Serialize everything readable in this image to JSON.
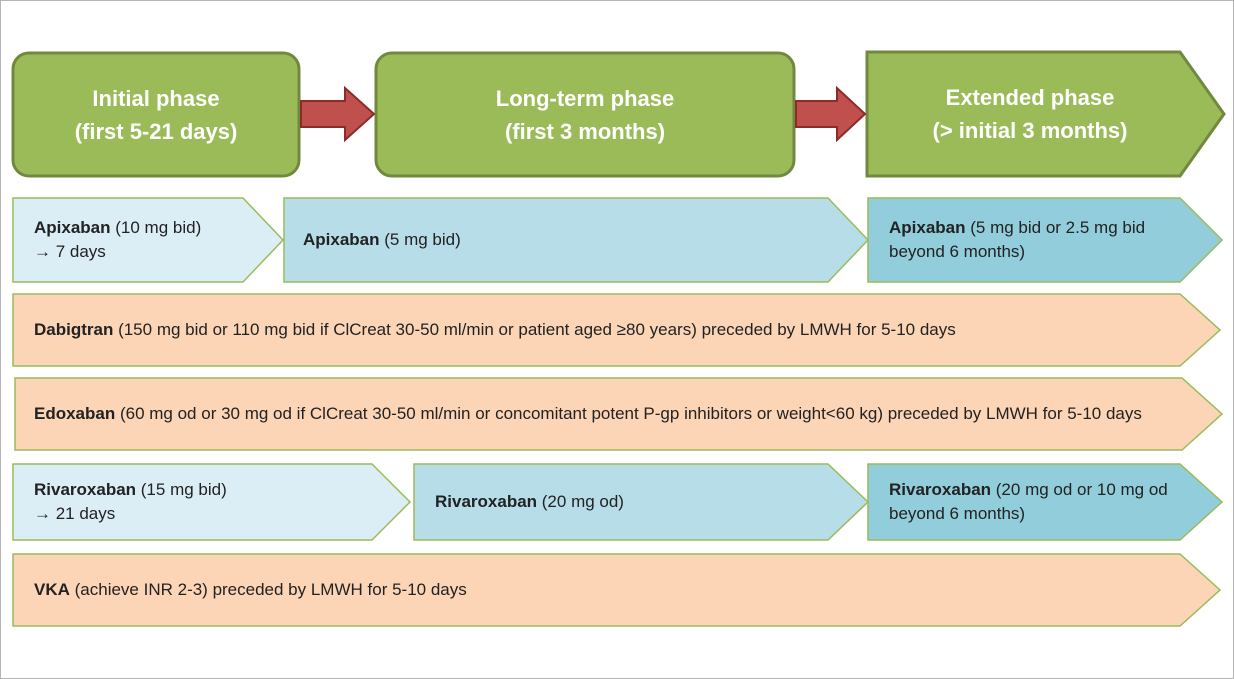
{
  "phases": [
    {
      "title": "Initial phase",
      "subtitle": "(first 5-21 days)"
    },
    {
      "title": "Long-term phase",
      "subtitle": "(first 3 months)"
    },
    {
      "title": "Extended phase",
      "subtitle": "(> initial 3 months)"
    }
  ],
  "rows": {
    "apixaban": [
      {
        "drug": "Apixaban",
        "detail": " (10 mg bid)",
        "line2": "→ 7 days"
      },
      {
        "drug": "Apixaban",
        "detail": " (5 mg bid)"
      },
      {
        "drug": "Apixaban",
        "detail": " (5 mg bid or 2.5 mg bid beyond 6 months)"
      }
    ],
    "dabigatran": {
      "drug": "Dabigtran",
      "detail": " (150 mg bid or 110 mg bid if ClCreat 30-50 ml/min or patient aged ≥80 years) preceded by LMWH for 5-10 days"
    },
    "edoxaban": {
      "drug": "Edoxaban",
      "detail": " (60 mg od or 30 mg od if ClCreat 30-50 ml/min or concomitant potent P-gp inhibitors or weight<60 kg) preceded by LMWH for 5-10 days"
    },
    "rivaroxaban": [
      {
        "drug": "Rivaroxaban",
        "detail": " (15 mg bid)",
        "line2": "→ 21 days"
      },
      {
        "drug": "Rivaroxaban",
        "detail": " (20 mg od)"
      },
      {
        "drug": "Rivaroxaban",
        "detail": " (20 mg od or 10 mg od beyond 6 months)"
      }
    ],
    "vka": {
      "drug": "VKA",
      "detail": " (achieve INR 2-3) preceded by LMWH for 5-10 days"
    }
  },
  "colors": {
    "green": "#9bbb59",
    "green_border": "#71893f",
    "arrow": "#c0504d",
    "light_blue": "#dbeef6",
    "mid_blue": "#b7dde8",
    "dark_blue": "#92cddc",
    "orange": "#fbd5b5"
  }
}
